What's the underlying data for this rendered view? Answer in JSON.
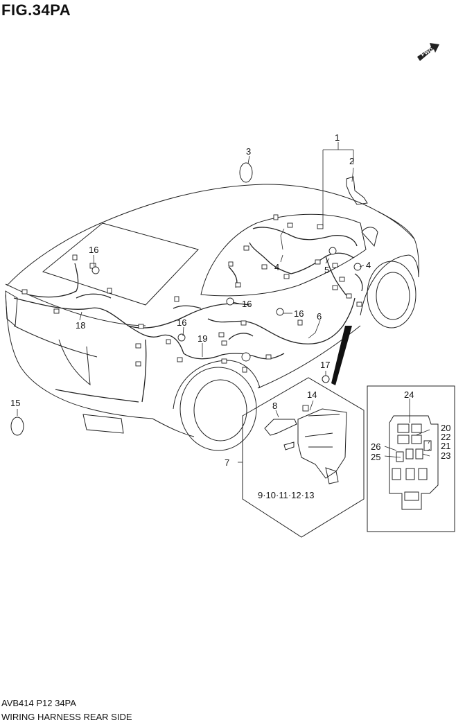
{
  "figure": {
    "title": "FIG.34PA",
    "code": "AVB414 P12 34PA",
    "description": "WIRING HARNESS REAR SIDE",
    "fwd_label": "FWD"
  },
  "callouts": [
    {
      "id": "c1",
      "label": "1"
    },
    {
      "id": "c2",
      "label": "2"
    },
    {
      "id": "c3",
      "label": "3"
    },
    {
      "id": "c4a",
      "label": "4"
    },
    {
      "id": "c4b",
      "label": "4"
    },
    {
      "id": "c5",
      "label": "5"
    },
    {
      "id": "c6",
      "label": "6"
    },
    {
      "id": "c7",
      "label": "7"
    },
    {
      "id": "c8",
      "label": "8"
    },
    {
      "id": "c9",
      "label": "9·10·11·12·13"
    },
    {
      "id": "c14",
      "label": "14"
    },
    {
      "id": "c15",
      "label": "15"
    },
    {
      "id": "c16a",
      "label": "16"
    },
    {
      "id": "c16b",
      "label": "16"
    },
    {
      "id": "c16c",
      "label": "16"
    },
    {
      "id": "c16d",
      "label": "16"
    },
    {
      "id": "c17",
      "label": "17"
    },
    {
      "id": "c18",
      "label": "18"
    },
    {
      "id": "c19",
      "label": "19"
    },
    {
      "id": "c20",
      "label": "20"
    },
    {
      "id": "c21",
      "label": "21"
    },
    {
      "id": "c22",
      "label": "22"
    },
    {
      "id": "c23",
      "label": "23"
    },
    {
      "id": "c24",
      "label": "24"
    },
    {
      "id": "c25",
      "label": "25"
    },
    {
      "id": "c26",
      "label": "26"
    }
  ]
}
